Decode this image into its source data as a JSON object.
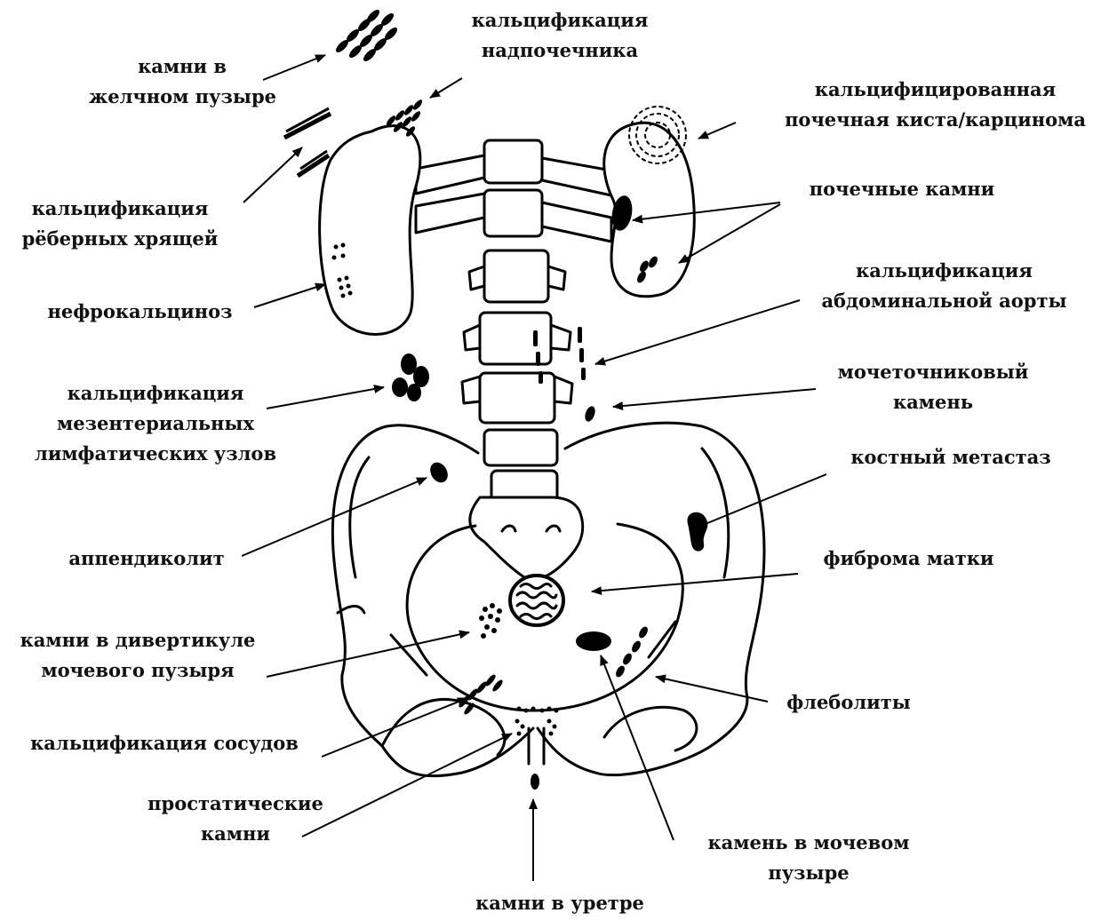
{
  "labels": {
    "gallstones": [
      "камни в",
      "желчном пузыре"
    ],
    "adrenal": [
      "кальцификация",
      "надпочечника"
    ],
    "renal_cyst": [
      "кальцифицированная",
      "почечная киста/карцинома"
    ],
    "costal": [
      "кальцификация",
      "рёберных хрящей"
    ],
    "renal_stones": [
      "почечные камни"
    ],
    "nephro": [
      "нефрокальциноз"
    ],
    "aorta": [
      "кальцификация",
      "абдоминальной аорты"
    ],
    "ureteric": [
      "мочеточниковый",
      "камень"
    ],
    "mesenteric": [
      "кальцификация",
      "мезентериальных",
      "лимфатических узлов"
    ],
    "bone_mets": [
      "костный метастаз"
    ],
    "appendicolith": [
      "аппендиколит"
    ],
    "fibroid": [
      "фиброма матки"
    ],
    "diverticulum": [
      "камни в дивертикуле",
      "мочевого пузыря"
    ],
    "phleboliths": [
      "флеболиты"
    ],
    "vascular": [
      "кальцификация сосудов"
    ],
    "prostatic": [
      "простатические",
      "камни"
    ],
    "bladder_stone": [
      "камень в мочевом",
      "пузыре"
    ],
    "urethral": [
      "камни в уретре"
    ]
  }
}
